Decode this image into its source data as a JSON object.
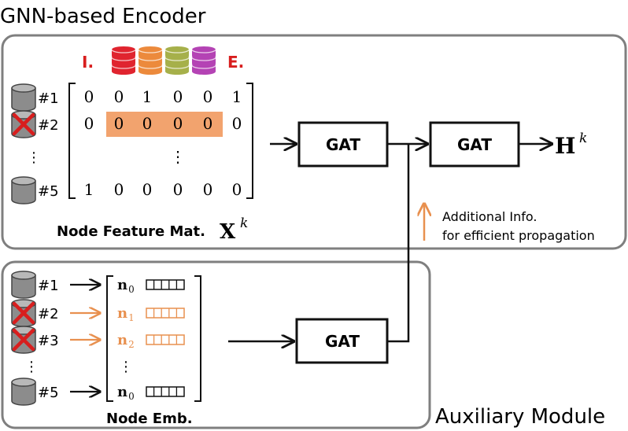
{
  "titles": {
    "encoder": "GNN-based Encoder",
    "auxiliary": "Auxiliary Module"
  },
  "colors": {
    "accent": "#E8904F",
    "highlight": "#F2A36E",
    "red": "#D81E1E",
    "box_border": "#7f7f7f",
    "db_red": "#E0242F",
    "db_orange": "#EC8A3C",
    "db_green": "#A6B04A",
    "db_purple": "#B443B4"
  },
  "encoder": {
    "range_start": "I.",
    "range_end": "E.",
    "database_icons": [
      "red-database-icon",
      "orange-database-icon",
      "green-database-icon",
      "purple-database-icon"
    ],
    "node_labels": [
      "#1",
      "#2",
      "⋮",
      "#5"
    ],
    "node_status": [
      "ok",
      "failed",
      "ellipsis",
      "ok"
    ],
    "matrix_rows": [
      [
        "0",
        "0",
        "1",
        "0",
        "0",
        "1"
      ],
      [
        "0",
        "0",
        "0",
        "0",
        "0",
        "0"
      ],
      [
        "",
        "",
        "",
        "⋮",
        "",
        ""
      ],
      [
        "1",
        "0",
        "0",
        "0",
        "0",
        "0"
      ]
    ],
    "highlighted_row": 1,
    "highlighted_cols": [
      1,
      2,
      3,
      4
    ],
    "matrix_caption": "Node Feature Mat.",
    "matrix_symbol": "X",
    "superscript": "k",
    "gat1_label": "GAT",
    "gat2_label": "GAT",
    "output_symbol": "H",
    "output_superscript": "k"
  },
  "note": {
    "line1": "Additional Info.",
    "line2": "for efficient propagation"
  },
  "auxiliary": {
    "node_labels": [
      "#1",
      "#2",
      "#3",
      "⋮",
      "#5"
    ],
    "node_status": [
      "ok",
      "failed",
      "failed",
      "ellipsis",
      "ok"
    ],
    "emb_symbols": [
      "n",
      "n",
      "n",
      "⋮",
      "n"
    ],
    "emb_subscripts": [
      "0",
      "1",
      "2",
      "",
      "0"
    ],
    "emb_orange": [
      false,
      true,
      true,
      false,
      false
    ],
    "caption": "Node Emb.",
    "gat_label": "GAT"
  }
}
